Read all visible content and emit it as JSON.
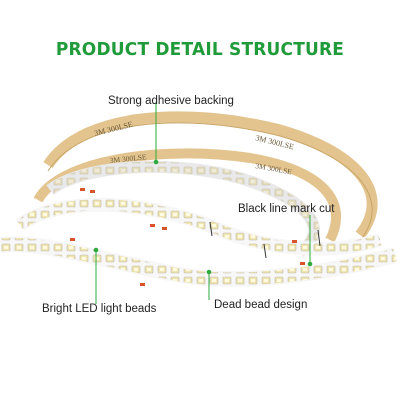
{
  "title": "PRODUCT DETAIL STRUCTURE",
  "callouts": {
    "backing": "Strong adhesive backing",
    "mark_cut": "Black line mark cut",
    "led": "Bright LED light beads",
    "dead_bead": "Dead bead design"
  },
  "tape_print": "3M 300LSE",
  "colors": {
    "title": "#1f9b3a",
    "callout_line": "#2eaa3c",
    "tape_backing": "#e3c48e",
    "strip_pcb": "#f7f7f7",
    "led": "#f0e4b0",
    "resistor": "#d9532b"
  }
}
